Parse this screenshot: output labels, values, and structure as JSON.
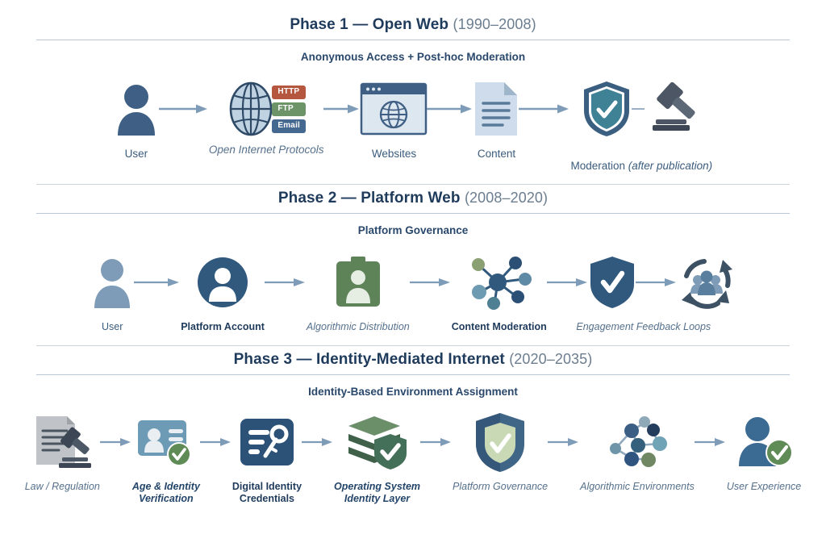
{
  "phases": [
    {
      "id": "phase-1",
      "title_main": "Phase 1 — Open Web",
      "title_years": "(1990–2008)",
      "subtitle": "Anonymous Access + Post-hoc Moderation",
      "nodes": [
        {
          "label": "User",
          "icon": "user-silhouette-icon"
        },
        {
          "label": "Open Internet Protocols",
          "icon": "globe-protocols-icon",
          "badges": [
            "HTTP",
            "FTP",
            "Email"
          ]
        },
        {
          "label": "Websites",
          "icon": "browser-window-globe-icon"
        },
        {
          "label": "Content",
          "icon": "document-page-icon"
        },
        {
          "label": "Moderation (after publication)",
          "label_plain": "Moderation ",
          "label_italic": "(after publication)",
          "icon": "shield-check-gavel-icon"
        }
      ]
    },
    {
      "id": "phase-2",
      "title_main": "Phase 2 — Platform Web",
      "title_years": "(2008–2020)",
      "subtitle": "Platform Governance",
      "nodes": [
        {
          "label": "User",
          "icon": "user-silhouette-icon"
        },
        {
          "label": "Platform Account",
          "icon": "account-circle-icon"
        },
        {
          "label": "Algorithmic Distribution",
          "icon": "green-profile-card-icon"
        },
        {
          "label": "Content Moderation",
          "icon": "network-hub-icon"
        },
        {
          "label": "Engagement Feedback Loops",
          "icon": "shield-check-icon"
        },
        {
          "label": "",
          "icon": "feedback-loop-group-icon"
        }
      ]
    },
    {
      "id": "phase-3",
      "title_main": "Phase 3 — Identity-Mediated Internet",
      "title_years": "(2020–2035)",
      "subtitle": "Identity-Based Environment Assignment",
      "nodes": [
        {
          "label": "Law / Regulation",
          "icon": "document-gavel-icon"
        },
        {
          "label": "Age & Identity\nVerification",
          "icon": "id-card-check-icon"
        },
        {
          "label": "Digital Identity\nCredentials",
          "icon": "credential-key-icon"
        },
        {
          "label": "Operating System\nIdentity Layer",
          "icon": "layers-shield-icon"
        },
        {
          "label": "Platform Governance",
          "icon": "shield-inner-check-icon"
        },
        {
          "label": "Algorithmic Environments",
          "icon": "network-graph-icon"
        },
        {
          "label": "User Experience",
          "icon": "user-check-icon"
        }
      ]
    }
  ],
  "colors": {
    "navy": "#2f4a66",
    "deep_navy": "#1f3b5c",
    "steel_blue": "#4a6f96",
    "light_blue": "#7e9cb8",
    "pale_blue": "#c3d4e2",
    "teal": "#3f7f92",
    "green": "#5d8a5a",
    "olive_green": "#5f8359",
    "brick": "#b5563f",
    "gray": "#b3b8bd",
    "dark_slate": "#3c4654",
    "rule": "#b9c6d4"
  }
}
